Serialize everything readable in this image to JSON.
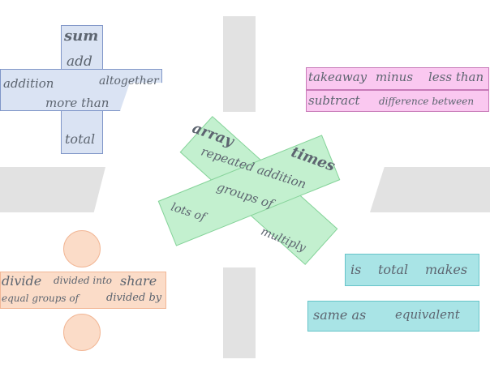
{
  "addition": {
    "sum": "sum",
    "add": "add",
    "addition": "addition",
    "altogether": "altogether",
    "more_than": "more than",
    "total": "total"
  },
  "subtraction": {
    "takeaway": "takeaway",
    "minus": "minus",
    "less_than": "less than",
    "subtract": "subtract",
    "difference_between": "difference between"
  },
  "multiplication": {
    "array": "array",
    "times": "times",
    "repeated_addition": "repeated addition",
    "groups_of": "groups of",
    "lots_of": "lots of",
    "multiply": "multiply"
  },
  "division": {
    "divide": "divide",
    "divided_into": "divided into",
    "share": "share",
    "equal_groups_of": "equal groups of",
    "divided_by": "divided by"
  },
  "equals": {
    "is": "is",
    "total": "total",
    "makes": "makes",
    "same_as": "same as",
    "equivalent": "equivalent"
  }
}
